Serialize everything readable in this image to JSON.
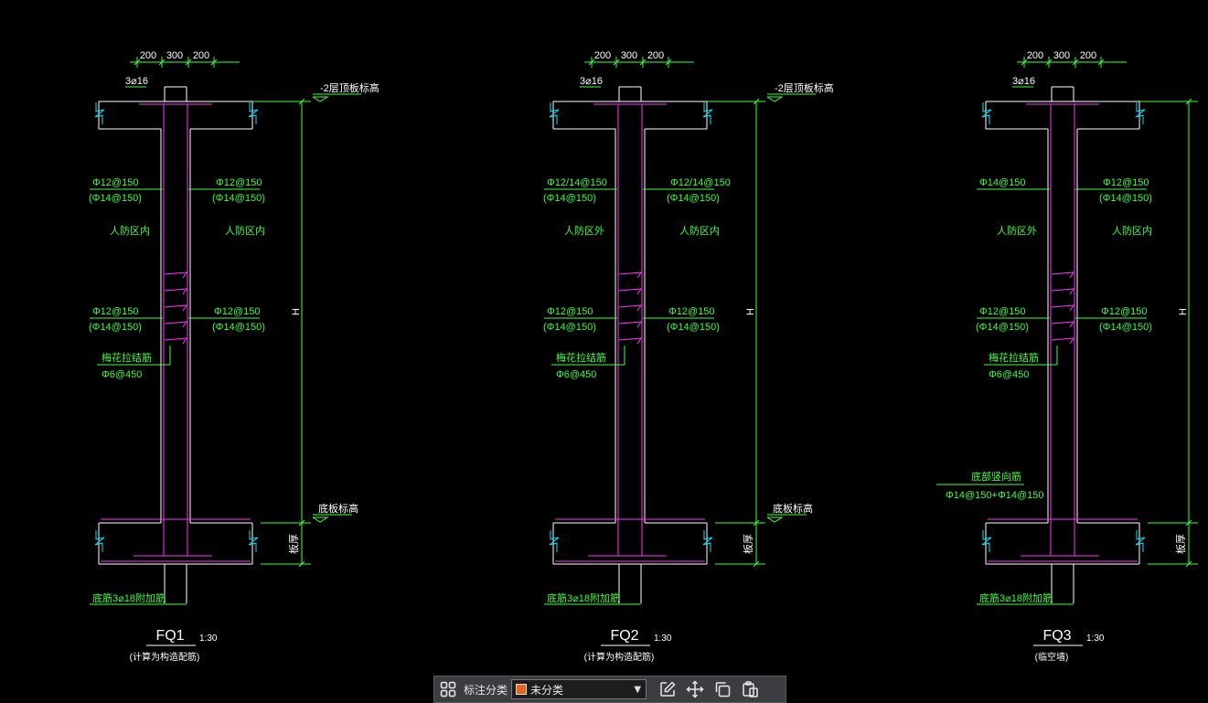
{
  "colors": {
    "background": "#000000",
    "wall_outline": "#ffffff",
    "rebar": "#ff33ff",
    "dimension": "#3bff3b",
    "break_symbol": "#00e5ff",
    "category_swatch": "#e8661a"
  },
  "drawing": {
    "details": [
      {
        "top_dims": [
          "200",
          "300",
          "200"
        ],
        "top_bar": "3⌀16",
        "top_elev": "-2层顶板标高",
        "left_top_rebar": "Φ12@150",
        "left_top_rebar_alt": "(Φ14@150)",
        "right_top_rebar": "Φ12@150",
        "right_top_rebar_alt": "(Φ14@150)",
        "left_zone": "人防区内",
        "right_zone": "人防区内",
        "left_bot_rebar": "Φ12@150",
        "left_bot_rebar_alt": "(Φ14@150)",
        "right_bot_rebar": "Φ12@150",
        "right_bot_rebar_alt": "(Φ14@150)",
        "tie_label": "梅花拉结筋",
        "tie_spec": "Φ6@450",
        "extra_label": "",
        "extra_spec": "",
        "height_label": "H",
        "bottom_elev": "底板标高",
        "side_label": "板厚",
        "bottom_note": "底筋3⌀18附加筋",
        "name": "FQ1",
        "scale": "1:30",
        "subtitle": "(计算为构造配筋)"
      },
      {
        "top_dims": [
          "200",
          "300",
          "200"
        ],
        "top_bar": "3⌀16",
        "top_elev": "-2层顶板标高",
        "left_top_rebar": "Φ12/14@150",
        "left_top_rebar_alt": "(Φ14@150)",
        "right_top_rebar": "Φ12/14@150",
        "right_top_rebar_alt": "(Φ14@150)",
        "left_zone": "人防区外",
        "right_zone": "人防区内",
        "left_bot_rebar": "Φ12@150",
        "left_bot_rebar_alt": "(Φ14@150)",
        "right_bot_rebar": "Φ12@150",
        "right_bot_rebar_alt": "(Φ14@150)",
        "tie_label": "梅花拉结筋",
        "tie_spec": "Φ6@450",
        "extra_label": "",
        "extra_spec": "",
        "height_label": "H",
        "bottom_elev": "底板标高",
        "side_label": "板厚",
        "bottom_note": "底筋3⌀18附加筋",
        "name": "FQ2",
        "scale": "1:30",
        "subtitle": "(计算为构造配筋)"
      },
      {
        "top_dims": [
          "200",
          "300",
          "200"
        ],
        "top_bar": "3⌀16",
        "top_elev": "",
        "left_top_rebar": "Φ14@150",
        "left_top_rebar_alt": "",
        "right_top_rebar": "Φ12@150",
        "right_top_rebar_alt": "(Φ14@150)",
        "left_zone": "人防区外",
        "right_zone": "人防区内",
        "left_bot_rebar": "Φ12@150",
        "left_bot_rebar_alt": "(Φ14@150)",
        "right_bot_rebar": "Φ12@150",
        "right_bot_rebar_alt": "(Φ14@150)",
        "tie_label": "梅花拉结筋",
        "tie_spec": "Φ6@450",
        "extra_label": "底部竖向筋",
        "extra_spec": "Φ14@150+Φ14@150",
        "height_label": "H",
        "bottom_elev": "",
        "side_label": "板厚",
        "bottom_note": "底筋3⌀18附加筋",
        "name": "FQ3",
        "scale": "1:30",
        "subtitle": "(临空墙)"
      }
    ]
  },
  "toolbar": {
    "category_label": "标注分类",
    "category_value": "未分类",
    "icons": {
      "grid": "grid-apps-icon",
      "edit": "edit-icon",
      "move": "move-arrows-icon",
      "copy": "copy-icon",
      "paste": "paste-icon"
    }
  }
}
